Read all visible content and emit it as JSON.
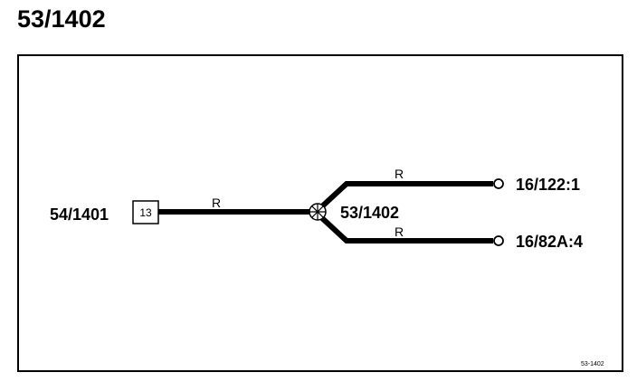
{
  "header": {
    "title": "53/1402"
  },
  "diagram": {
    "left_component": {
      "label": "54/1401",
      "box_number": "13"
    },
    "wire_main_label": "R",
    "splice": {
      "label": "53/1402"
    },
    "branches": [
      {
        "wire_label": "R",
        "terminal": "16/122:1"
      },
      {
        "wire_label": "R",
        "terminal": "16/82A:4"
      }
    ],
    "corner_ref": "53-1402"
  }
}
